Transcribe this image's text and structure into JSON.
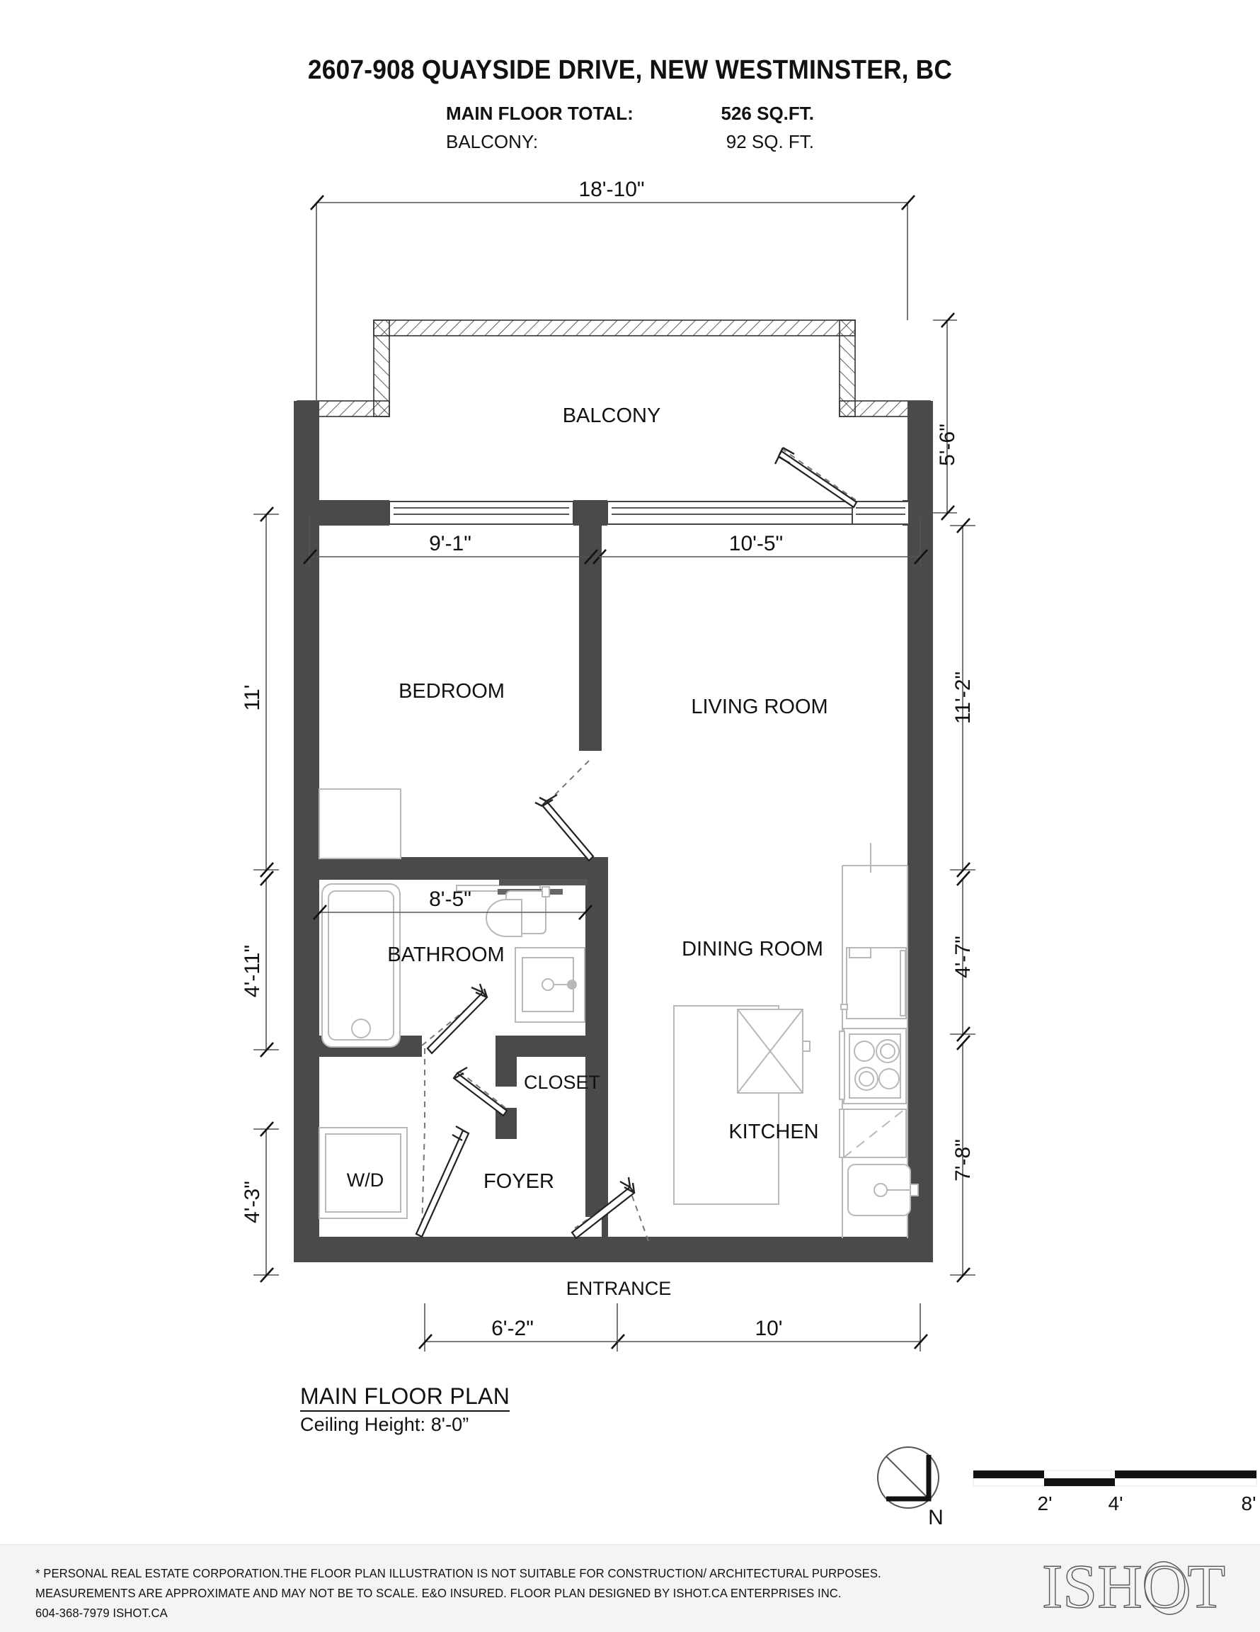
{
  "header": {
    "title": "2607-908 QUAYSIDE DRIVE, NEW WESTMINSTER, BC",
    "areas": [
      {
        "label": "MAIN FLOOR TOTAL:",
        "value": "526 SQ.FT.",
        "bold": true
      },
      {
        "label": "BALCONY:",
        "value": "92 SQ. FT.",
        "bold": false
      }
    ]
  },
  "rooms": {
    "balcony": "BALCONY",
    "bedroom": "BEDROOM",
    "living_room": "LIVING ROOM",
    "bathroom": "BATHROOM",
    "dining_room": "DINING ROOM",
    "closet": "CLOSET",
    "kitchen": "KITCHEN",
    "foyer": "FOYER",
    "wd": "W/D",
    "entrance": "ENTRANCE"
  },
  "dimensions": {
    "top_overall": "18'-10\"",
    "right_balcony": "5'-6\"",
    "bedroom_width": "9'-1\"",
    "living_width": "10'-5\"",
    "left_bedroom": "11'",
    "right_living": "11'-2\"",
    "bath_width": "8'-5\"",
    "left_bath": "4'-11\"",
    "right_dining": "4'-7\"",
    "left_foyer": "4'-3\"",
    "right_kitchen": "7'-8\"",
    "bottom_left": "6'-2\"",
    "bottom_right": "10'"
  },
  "caption": {
    "plan_name": "MAIN FLOOR PLAN",
    "ceiling": "Ceiling Height: 8'-0”"
  },
  "compass": {
    "label": "N"
  },
  "scale_bar": {
    "ticks": [
      "2'",
      "4'",
      "8'"
    ]
  },
  "footer": {
    "line1": "* PERSONAL REAL ESTATE CORPORATION.THE FLOOR PLAN ILLUSTRATION IS NOT SUITABLE FOR CONSTRUCTION/ ARCHITECTURAL PURPOSES.",
    "line2": "MEASUREMENTS ARE APPROXIMATE AND MAY NOT BE TO SCALE. E&O INSURED. FLOOR PLAN DESIGNED BY ISHOT.CA ENTERPRISES INC.",
    "line3": "604-368-7979  ISHOT.CA",
    "logo": "ISHOT"
  },
  "colors": {
    "wall": "#4a4a4a",
    "line": "#222222",
    "fixture": "#b8b8b8",
    "background": "#ffffff",
    "footer_bg": "#f4f4f4"
  }
}
